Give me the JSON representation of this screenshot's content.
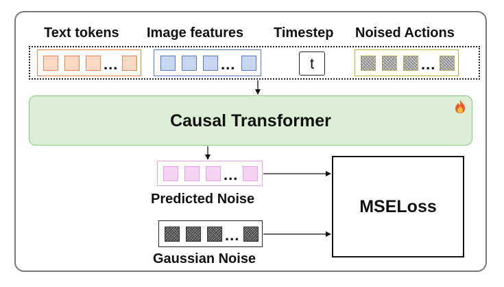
{
  "inputs": {
    "text_tokens": {
      "label": "Text tokens",
      "border": "#e8844a",
      "fill": "#fbd9c4",
      "ellipsis": "..."
    },
    "image_features": {
      "label": "Image features",
      "border": "#5577c4",
      "fill": "#c9d6f2",
      "ellipsis": "..."
    },
    "timestep": {
      "label": "Timestep",
      "symbol": "t"
    },
    "noised_actions": {
      "label": "Noised Actions",
      "border": "#bfae3c",
      "ellipsis": "..."
    }
  },
  "transformer": {
    "label": "Causal Transformer",
    "fill": "#dcefd6",
    "border": "#8cc67e",
    "trainable_icon": "fire-icon"
  },
  "predicted_noise": {
    "label": "Predicted Noise",
    "border": "#e6a3e6",
    "fill": "#f3d3f1",
    "ellipsis": "..."
  },
  "gaussian_noise": {
    "label": "Gaussian Noise",
    "ellipsis": "..."
  },
  "loss": {
    "label": "MSELoss"
  }
}
